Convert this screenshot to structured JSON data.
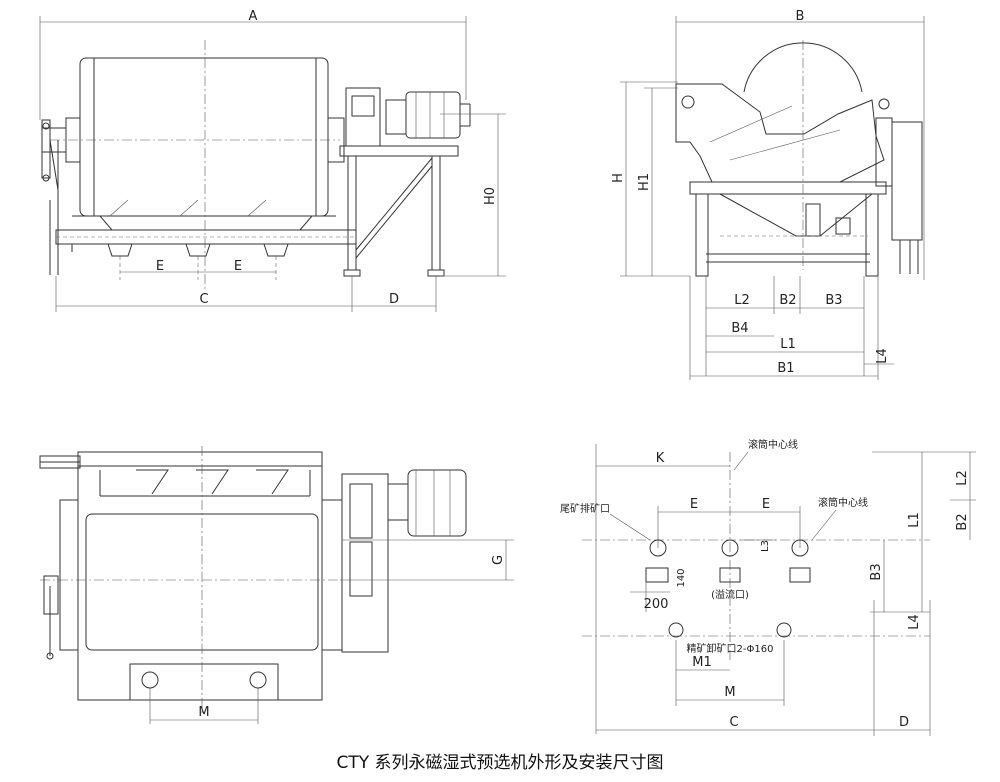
{
  "caption": "CTY 系列永磁湿式预选机外形及安装尺寸图",
  "front_view": {
    "dim_A": "A",
    "dim_C": "C",
    "dim_D": "D",
    "dim_E1": "E",
    "dim_E2": "E",
    "dim_H0": "H0"
  },
  "side_view": {
    "dim_B": "B",
    "dim_H": "H",
    "dim_H1": "H1",
    "dim_L2": "L2",
    "dim_B2": "B2",
    "dim_B3": "B3",
    "dim_B4": "B4",
    "dim_L1": "L1",
    "dim_B1": "B1",
    "dim_L4": "L4"
  },
  "top_view": {
    "dim_G": "G",
    "dim_M": "M"
  },
  "foundation_plan": {
    "dim_K": "K",
    "dim_E1": "E",
    "dim_E2": "E",
    "dim_L3": "L3",
    "dim_140": "140",
    "dim_200": "200",
    "dim_M1": "M1",
    "dim_M": "M",
    "dim_C": "C",
    "dim_D": "D",
    "dim_L2": "L2",
    "dim_L1": "L1",
    "dim_B2": "B2",
    "dim_B3": "B3",
    "dim_L4": "L4",
    "label_drum_center_1": "滚筒中心线",
    "label_drum_center_2": "滚筒中心线",
    "label_tail_outlet": "尾矿排矿口",
    "label_overflow": "(溢流口)",
    "label_conc_outlet": "精矿卸矿口2-Φ160"
  }
}
